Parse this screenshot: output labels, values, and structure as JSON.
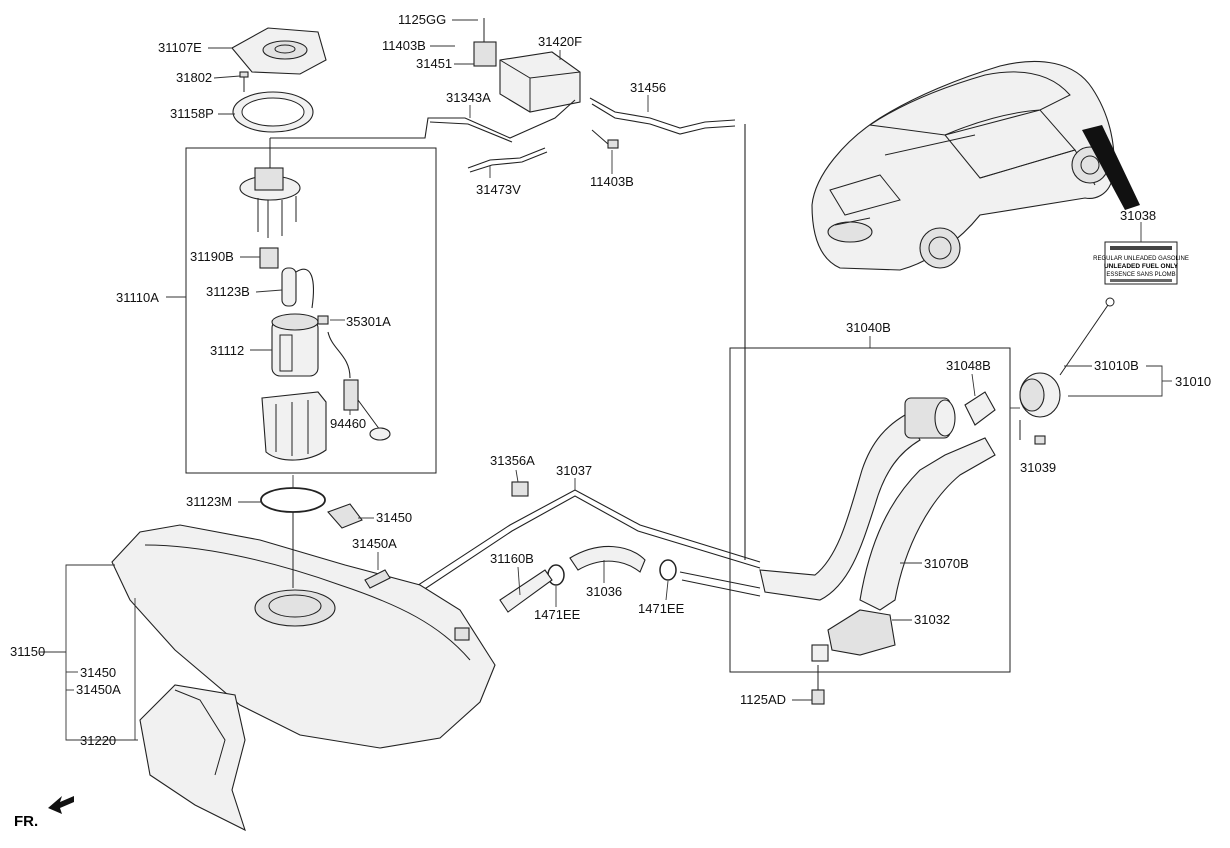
{
  "labels": {
    "p31107E": "31107E",
    "p31802": "31802",
    "p31158P": "31158P",
    "p1125GG": "1125GG",
    "p11403B_top": "11403B",
    "p31451": "31451",
    "p31420F": "31420F",
    "p31343A": "31343A",
    "p31456": "31456",
    "p31473V": "31473V",
    "p11403B_mid": "11403B",
    "p31038": "31038",
    "p31110A": "31110A",
    "p31190B": "31190B",
    "p31123B": "31123B",
    "p35301A": "35301A",
    "p31112": "31112",
    "p94460": "94460",
    "p31040B": "31040B",
    "p31048B": "31048B",
    "p31010B": "31010B",
    "p31010": "31010",
    "p31039": "31039",
    "p31356A": "31356A",
    "p31037": "31037",
    "p31123M": "31123M",
    "p31450_top": "31450",
    "p31450A_top": "31450A",
    "p31160B": "31160B",
    "p31036": "31036",
    "p1471EE_left": "1471EE",
    "p1471EE_right": "1471EE",
    "p31070B": "31070B",
    "p31032": "31032",
    "p31150": "31150",
    "p31450_bot": "31450",
    "p31450A_bot": "31450A",
    "p31220": "31220",
    "p1125AD": "1125AD",
    "fr": "FR."
  },
  "fuel_label": {
    "line1": "REGULAR UNLEADED GASOLINE",
    "line2": "UNLEADED FUEL ONLY",
    "line3": "ESSENCE SANS PLOMB"
  }
}
